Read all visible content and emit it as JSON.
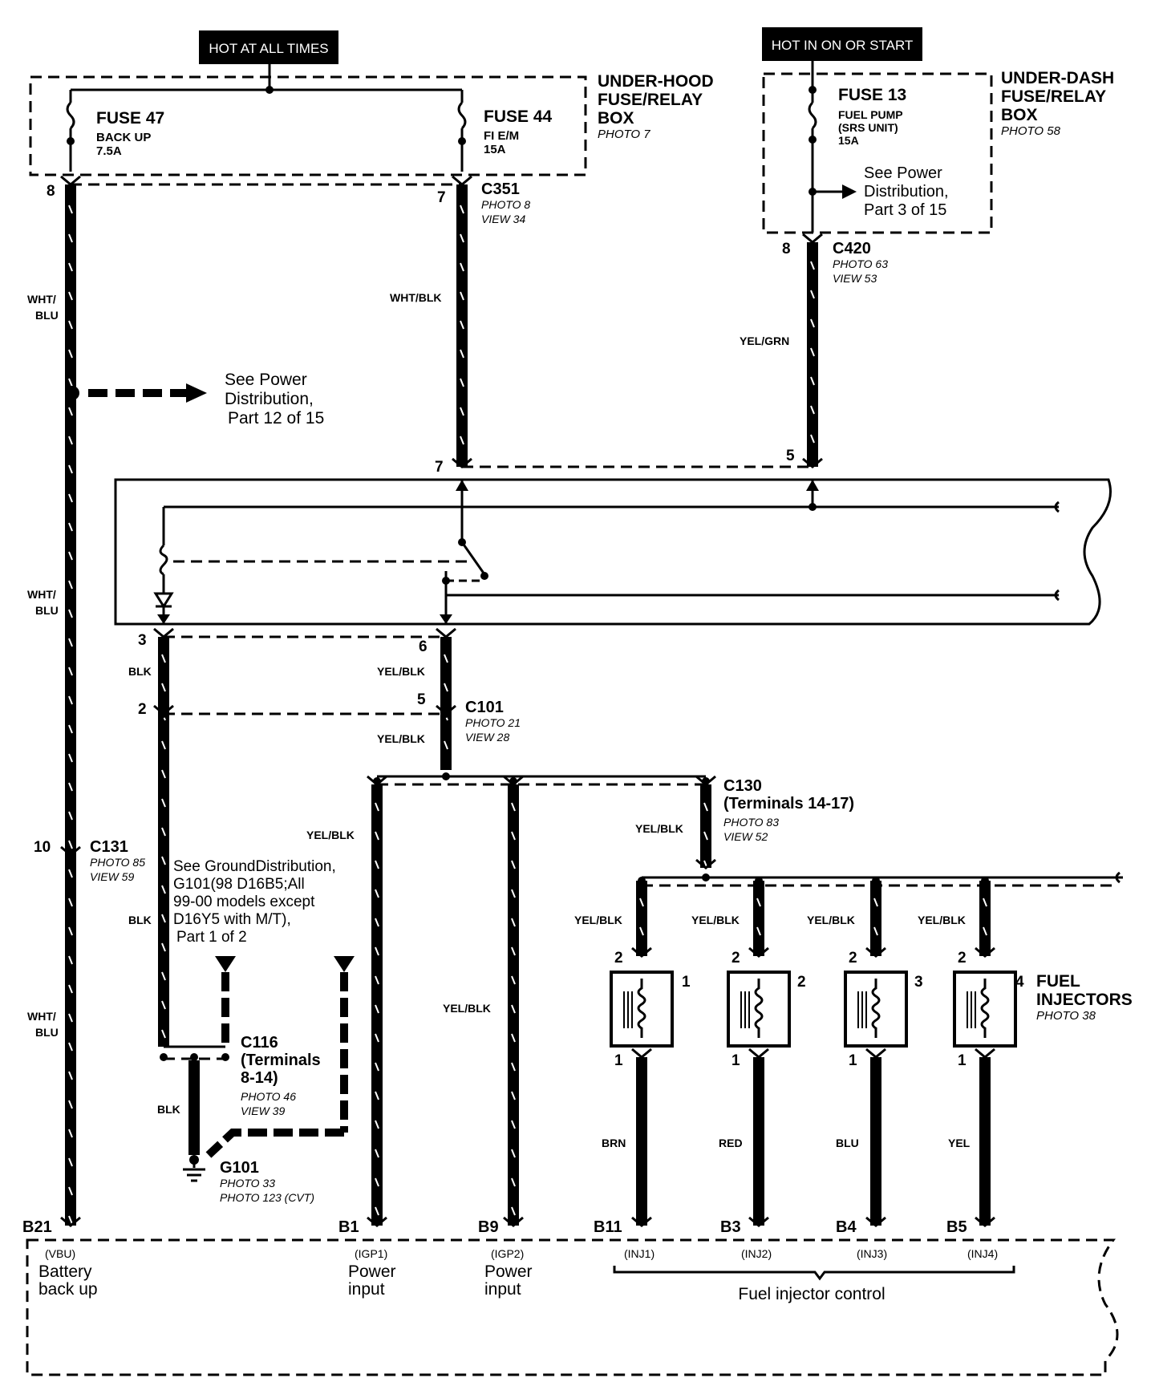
{
  "hot_at_all_times": "HOT AT ALL TIMES",
  "hot_in_on_or_start": "HOT IN ON OR START",
  "under_hood_box": {
    "line1": "UNDER-HOOD",
    "line2": "FUSE/RELAY",
    "line3": "BOX",
    "photo": "PHOTO 7"
  },
  "under_dash_box": {
    "line1": "UNDER-DASH",
    "line2": "FUSE/RELAY",
    "line3": "BOX",
    "photo": "PHOTO 58"
  },
  "fuse47": {
    "name": "FUSE 47",
    "desc": "BACK UP",
    "rating": "7.5A"
  },
  "fuse44": {
    "name": "FUSE 44",
    "desc": "FI E/M",
    "rating": "15A"
  },
  "fuse13": {
    "name": "FUSE 13",
    "desc1": "FUEL PUMP",
    "desc2": "(SRS UNIT)",
    "rating": "15A"
  },
  "see_power_3": {
    "line1": "See Power",
    "line2": "Distribution,",
    "line3": "Part 3 of 15"
  },
  "see_power_12": {
    "line1": "See Power",
    "line2": "Distribution,",
    "line3": "Part 12 of 15"
  },
  "c351": {
    "name": "C351",
    "photo": "PHOTO 8",
    "view": "VIEW 34"
  },
  "c420": {
    "name": "C420",
    "photo": "PHOTO 63",
    "view": "VIEW 53"
  },
  "c101": {
    "name": "C101",
    "photo": "PHOTO 21",
    "view": "VIEW 28"
  },
  "c130": {
    "name": "C130",
    "terms": "(Terminals 14-17)",
    "photo": "PHOTO 83",
    "view": "VIEW 52"
  },
  "c131": {
    "name": "C131",
    "photo": "PHOTO 85",
    "view": "VIEW 59"
  },
  "c116": {
    "name": "C116",
    "terms1": "(Terminals",
    "terms2": "8-14)",
    "photo": "PHOTO 46",
    "view": "VIEW 39"
  },
  "g101": {
    "name": "G101",
    "photo1": "PHOTO 33",
    "photo2": "PHOTO 123 (CVT)"
  },
  "ground_note": {
    "line1": "See GroundDistribution,",
    "line2": "G101(98 D16B5;All",
    "line3": "99-00 models except",
    "line4": "D16Y5 with M/T),",
    "line5": "Part 1 of 2"
  },
  "wire_colors": {
    "wht_blu_a": "WHT/",
    "wht_blu_b": "BLU",
    "wht_blk": "WHT/BLK",
    "yel_grn": "YEL/GRN",
    "blk": "BLK",
    "yel_blk": "YEL/BLK",
    "brn": "BRN",
    "red": "RED",
    "blu": "BLU",
    "yel": "YEL"
  },
  "pins": {
    "p8a": "8",
    "p7a": "7",
    "p8b": "8",
    "p7b": "7",
    "p5a": "5",
    "p3": "3",
    "p6": "6",
    "p2": "2",
    "p5b": "5",
    "p10": "10",
    "inj_top": "2",
    "inj_bot": "1"
  },
  "injectors": {
    "n1": "1",
    "n2": "2",
    "n3": "3",
    "n4": "4",
    "title1": "FUEL",
    "title2": "INJECTORS",
    "photo": "PHOTO 38"
  },
  "ecm_terminals": {
    "b21": {
      "pin": "B21",
      "sig": "(VBU)",
      "l1": "Battery",
      "l2": "back up"
    },
    "b1": {
      "pin": "B1",
      "sig": "(IGP1)",
      "l1": "Power",
      "l2": "input"
    },
    "b9": {
      "pin": "B9",
      "sig": "(IGP2)",
      "l1": "Power",
      "l2": "input"
    },
    "b11": {
      "pin": "B11",
      "sig": "(INJ1)"
    },
    "b3": {
      "pin": "B3",
      "sig": "(INJ2)"
    },
    "b4": {
      "pin": "B4",
      "sig": "(INJ3)"
    },
    "b5": {
      "pin": "B5",
      "sig": "(INJ4)"
    },
    "fuel_control": "Fuel injector control"
  }
}
